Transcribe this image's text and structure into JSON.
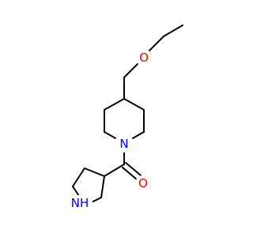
{
  "molecule": {
    "atoms": {
      "ether_oxygen": "O",
      "piperidine_nitrogen": "N",
      "carbonyl_oxygen": "O",
      "pyrrolidine_nitrogen": "NH"
    },
    "colors": {
      "bond": "#000000",
      "oxygen": "#ff0000",
      "nitrogen": "#0000ff"
    }
  }
}
